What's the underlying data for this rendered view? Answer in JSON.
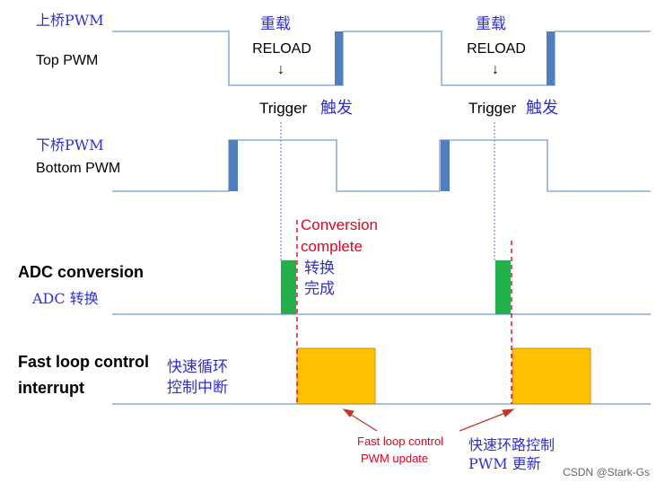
{
  "colors": {
    "background": "#ffffff",
    "waveform": "#6f9fcf",
    "dead_time": "#4f7fbf",
    "adc_bar": "#22b04b",
    "fast_loop_bar": "#ffc000",
    "fast_loop_bar_border": "#b8860b",
    "trigger_line": "#b388d6",
    "complete_line": "#e8001c",
    "blue_text": "#2f2fd0",
    "black_text": "#000000",
    "red_text": "#e8001c",
    "arrow": "#c0392b",
    "watermark": "#666666"
  },
  "top_pwm": {
    "label_cn": "上桥PWM",
    "label_en": "Top PWM",
    "reload_cn": "重载",
    "reload_en": "RELOAD",
    "reload_arrow": "↓"
  },
  "trigger": {
    "label_en": "Trigger",
    "label_cn": "触发"
  },
  "bottom_pwm": {
    "label_cn": "下桥PWM",
    "label_en": "Bottom PWM"
  },
  "adc": {
    "label_en": "ADC conversion",
    "label_cn": "ADC 转换",
    "complete_en_line1": "Conversion",
    "complete_en_line2": "complete",
    "complete_cn_line1": "转换",
    "complete_cn_line2": "完成"
  },
  "fast_loop": {
    "label_en_line1": "Fast loop control",
    "label_en_line2": "interrupt",
    "label_cn_line1": "快速循环",
    "label_cn_line2": "控制中断",
    "update_en_line1": "Fast loop control",
    "update_en_line2": "PWM update",
    "update_cn_line1": "快速环路控制",
    "update_cn_line2": "PWM 更新"
  },
  "watermark": "CSDN @Stark-Gs"
}
